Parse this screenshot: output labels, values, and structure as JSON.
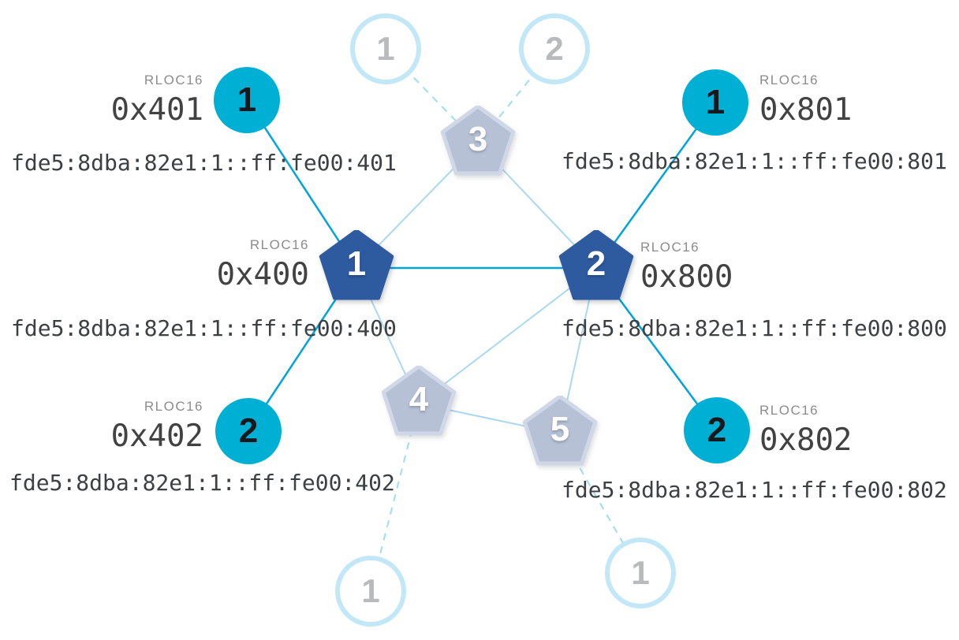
{
  "colors": {
    "link_active": "#00a3dc",
    "link_router": "#abd8f0",
    "link_faded": "#9fdcf2",
    "child_fill": "#00b0d4",
    "router_fill": "#2e5a9f",
    "router_faded_fill": "#b7c1d6",
    "router_faded_stroke": "#d0d8e8",
    "faded_border": "#c2e8f7",
    "num_gray": "#b9babc",
    "rloc_gray": "#8c8c8c",
    "hex_dark": "#424242",
    "ipv6_dark": "#3d4043"
  },
  "nodes": {
    "router_1": {
      "label": "1",
      "rloc16_label": "RLOC16",
      "rloc16": "0x400",
      "ipv6": "fde5:8dba:82e1:1::ff:fe00:400"
    },
    "router_2": {
      "label": "2",
      "rloc16_label": "RLOC16",
      "rloc16": "0x800",
      "ipv6": "fde5:8dba:82e1:1::ff:fe00:800"
    },
    "router_3": {
      "label": "3"
    },
    "router_4": {
      "label": "4"
    },
    "router_5": {
      "label": "5"
    },
    "child_401": {
      "label": "1",
      "rloc16_label": "RLOC16",
      "rloc16": "0x401",
      "ipv6": "fde5:8dba:82e1:1::ff:fe00:401"
    },
    "child_402": {
      "label": "2",
      "rloc16_label": "RLOC16",
      "rloc16": "0x402",
      "ipv6": "fde5:8dba:82e1:1::ff:fe00:402"
    },
    "child_801": {
      "label": "1",
      "rloc16_label": "RLOC16",
      "rloc16": "0x801",
      "ipv6": "fde5:8dba:82e1:1::ff:fe00:801"
    },
    "child_802": {
      "label": "2",
      "rloc16_label": "RLOC16",
      "rloc16": "0x802",
      "ipv6": "fde5:8dba:82e1:1::ff:fe00:802"
    },
    "faded_top_1": {
      "label": "1"
    },
    "faded_top_2": {
      "label": "2"
    },
    "faded_bottom_1": {
      "label": "1"
    },
    "faded_bottom_2": {
      "label": "1"
    }
  },
  "edges": [
    {
      "from": "child_401",
      "to": "router_1",
      "type": "child-link"
    },
    {
      "from": "child_402",
      "to": "router_1",
      "type": "child-link"
    },
    {
      "from": "router_1",
      "to": "router_2",
      "type": "router-link-active"
    },
    {
      "from": "child_801",
      "to": "router_2",
      "type": "child-link"
    },
    {
      "from": "child_802",
      "to": "router_2",
      "type": "child-link"
    },
    {
      "from": "router_1",
      "to": "router_3",
      "type": "router-link"
    },
    {
      "from": "router_2",
      "to": "router_3",
      "type": "router-link"
    },
    {
      "from": "router_1",
      "to": "router_4",
      "type": "router-link"
    },
    {
      "from": "router_2",
      "to": "router_4",
      "type": "router-link"
    },
    {
      "from": "router_2",
      "to": "router_5",
      "type": "router-link"
    },
    {
      "from": "router_4",
      "to": "router_5",
      "type": "router-link"
    },
    {
      "from": "faded_top_1",
      "to": "router_3",
      "type": "faded-link"
    },
    {
      "from": "faded_top_2",
      "to": "router_3",
      "type": "faded-link"
    },
    {
      "from": "router_4",
      "to": "faded_bottom_1",
      "type": "faded-link"
    },
    {
      "from": "router_5",
      "to": "faded_bottom_2",
      "type": "faded-link"
    }
  ]
}
